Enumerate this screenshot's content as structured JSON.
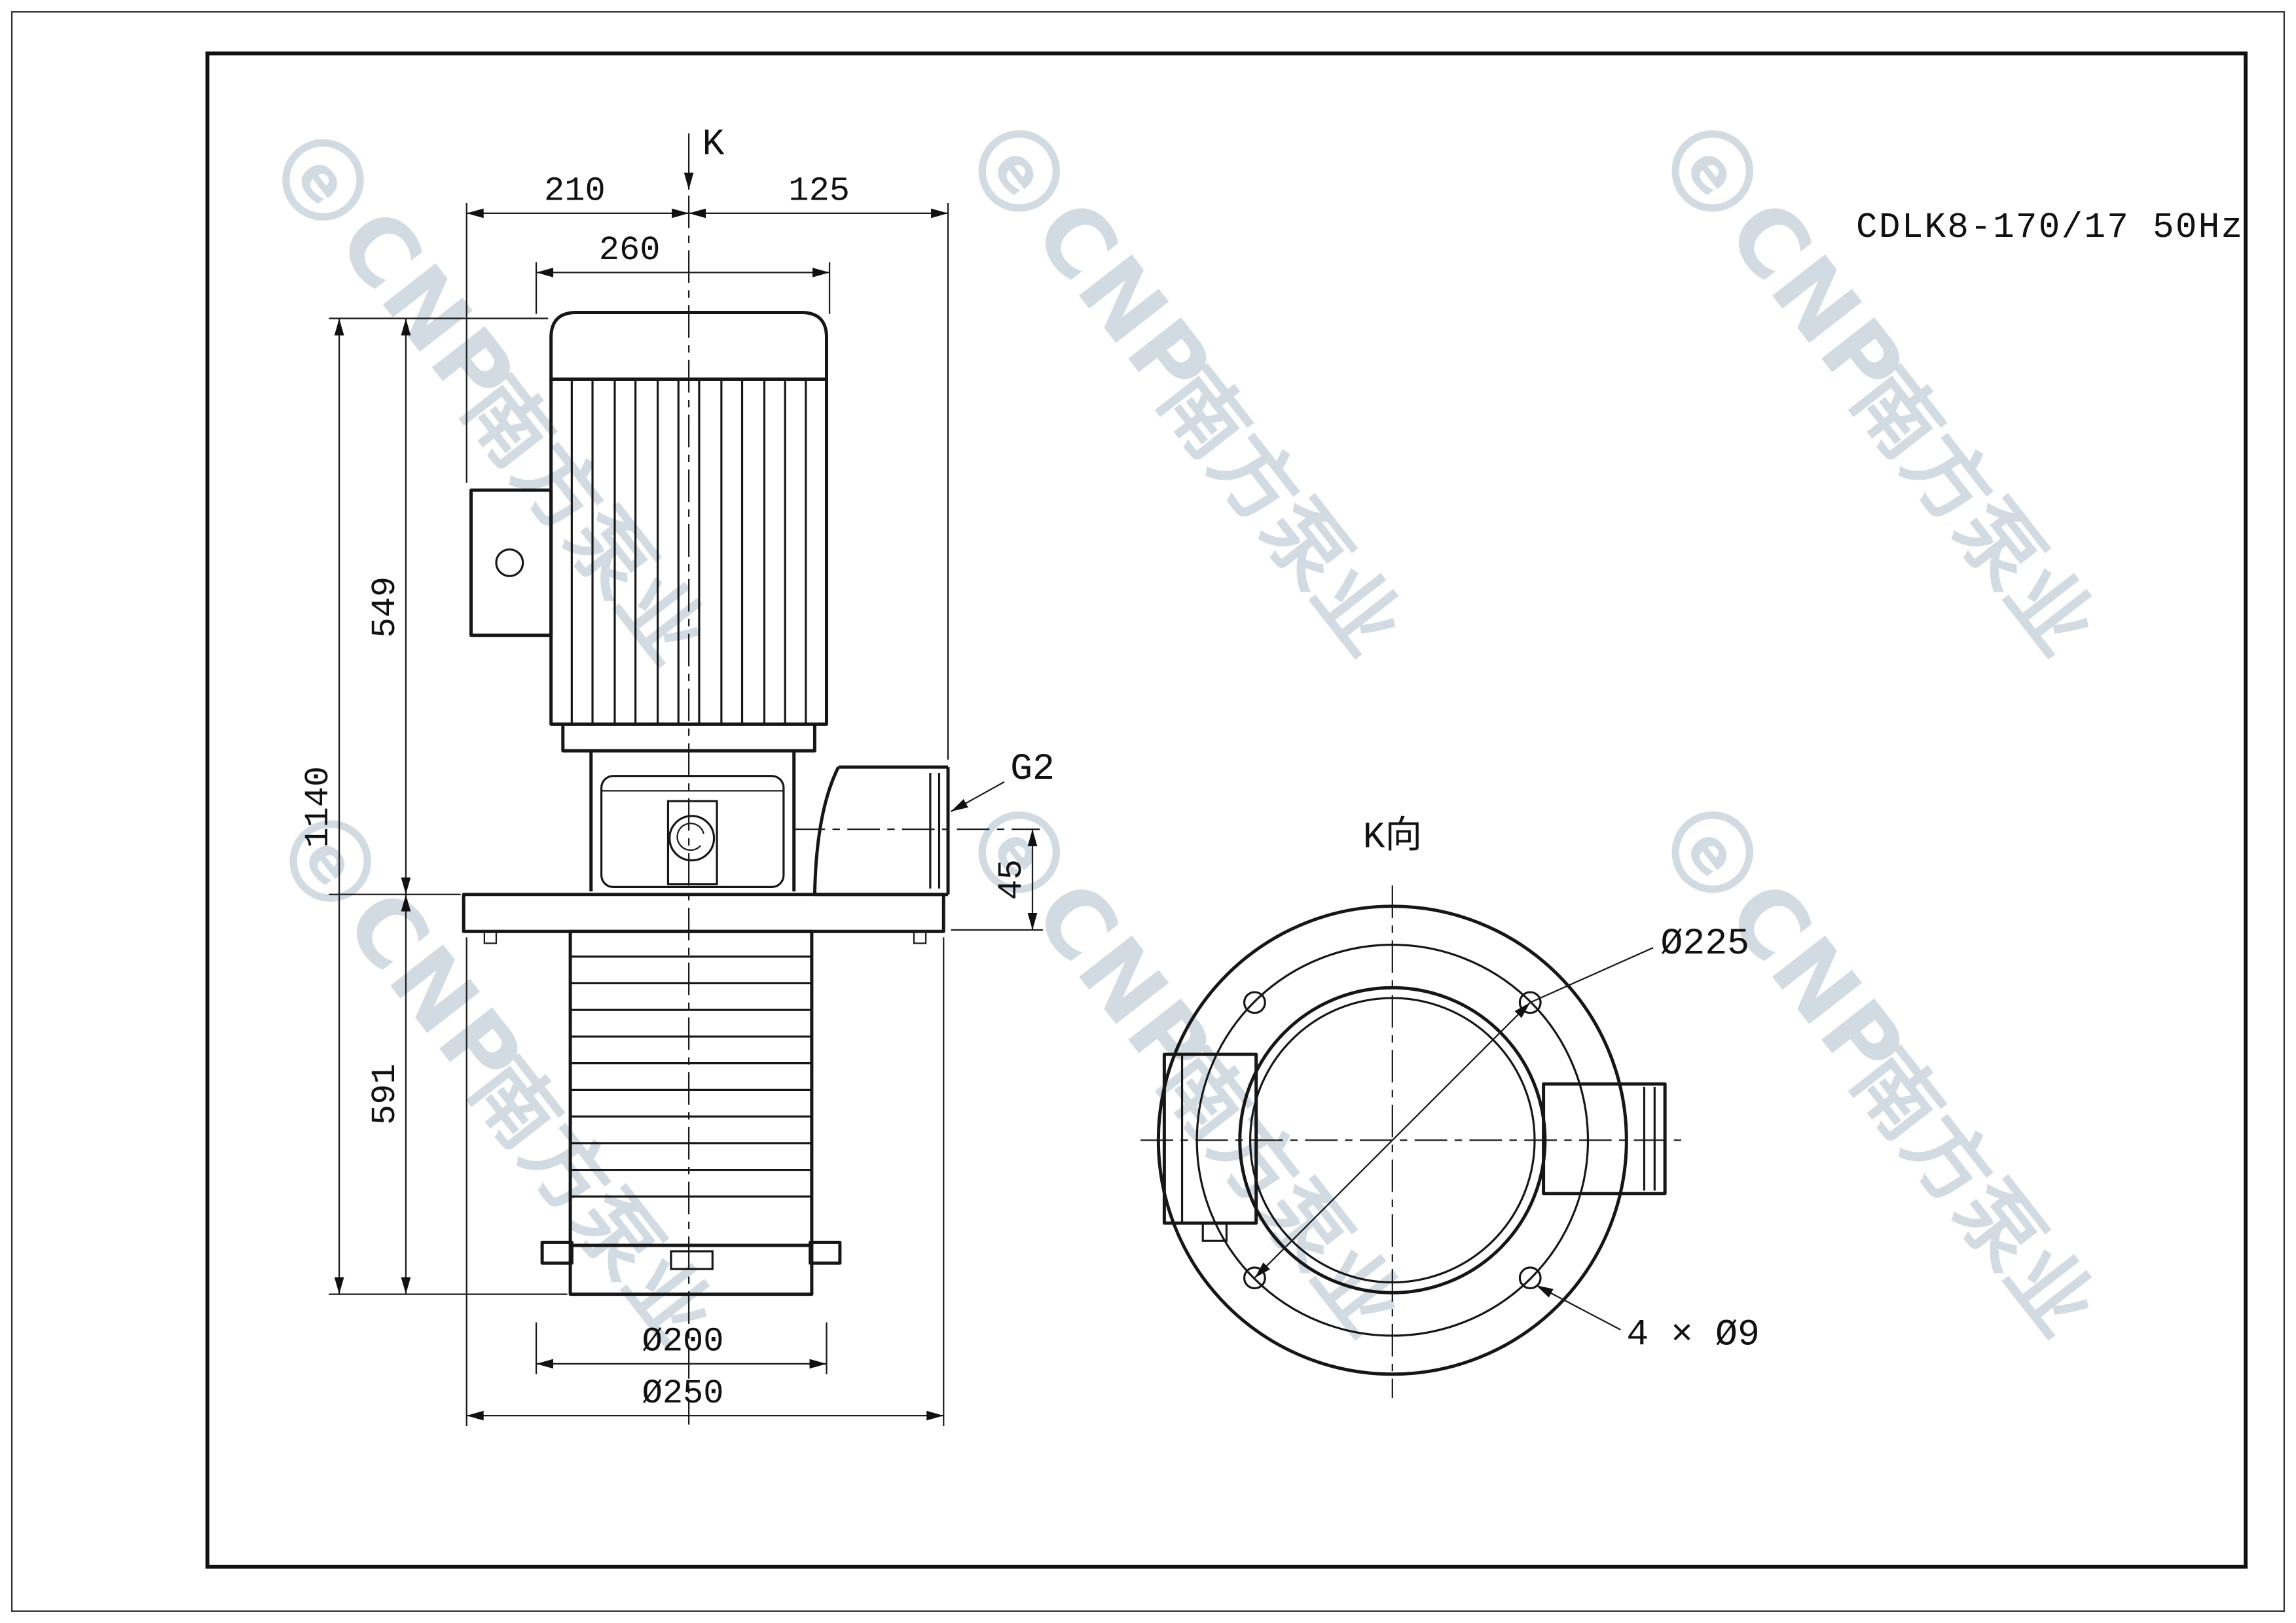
{
  "drawing": {
    "title": "CDLK8-170/17 50Hz",
    "direction_label": "K",
    "view_label": "K向"
  },
  "dimensions": {
    "top_left": "210",
    "top_right": "125",
    "motor_width": "260",
    "motor_height": "549",
    "total_height": "1140",
    "pump_height": "591",
    "port_offset": "45",
    "port_thread": "G2",
    "base_inner_dia": "Ø200",
    "base_outer_dia": "Ø250",
    "bolt_circle_dia": "Ø225",
    "bolt_holes": "4 × Ø9"
  },
  "watermark": {
    "logo": "e",
    "brand": "CNP",
    "brand_cn": "南方泵业"
  }
}
